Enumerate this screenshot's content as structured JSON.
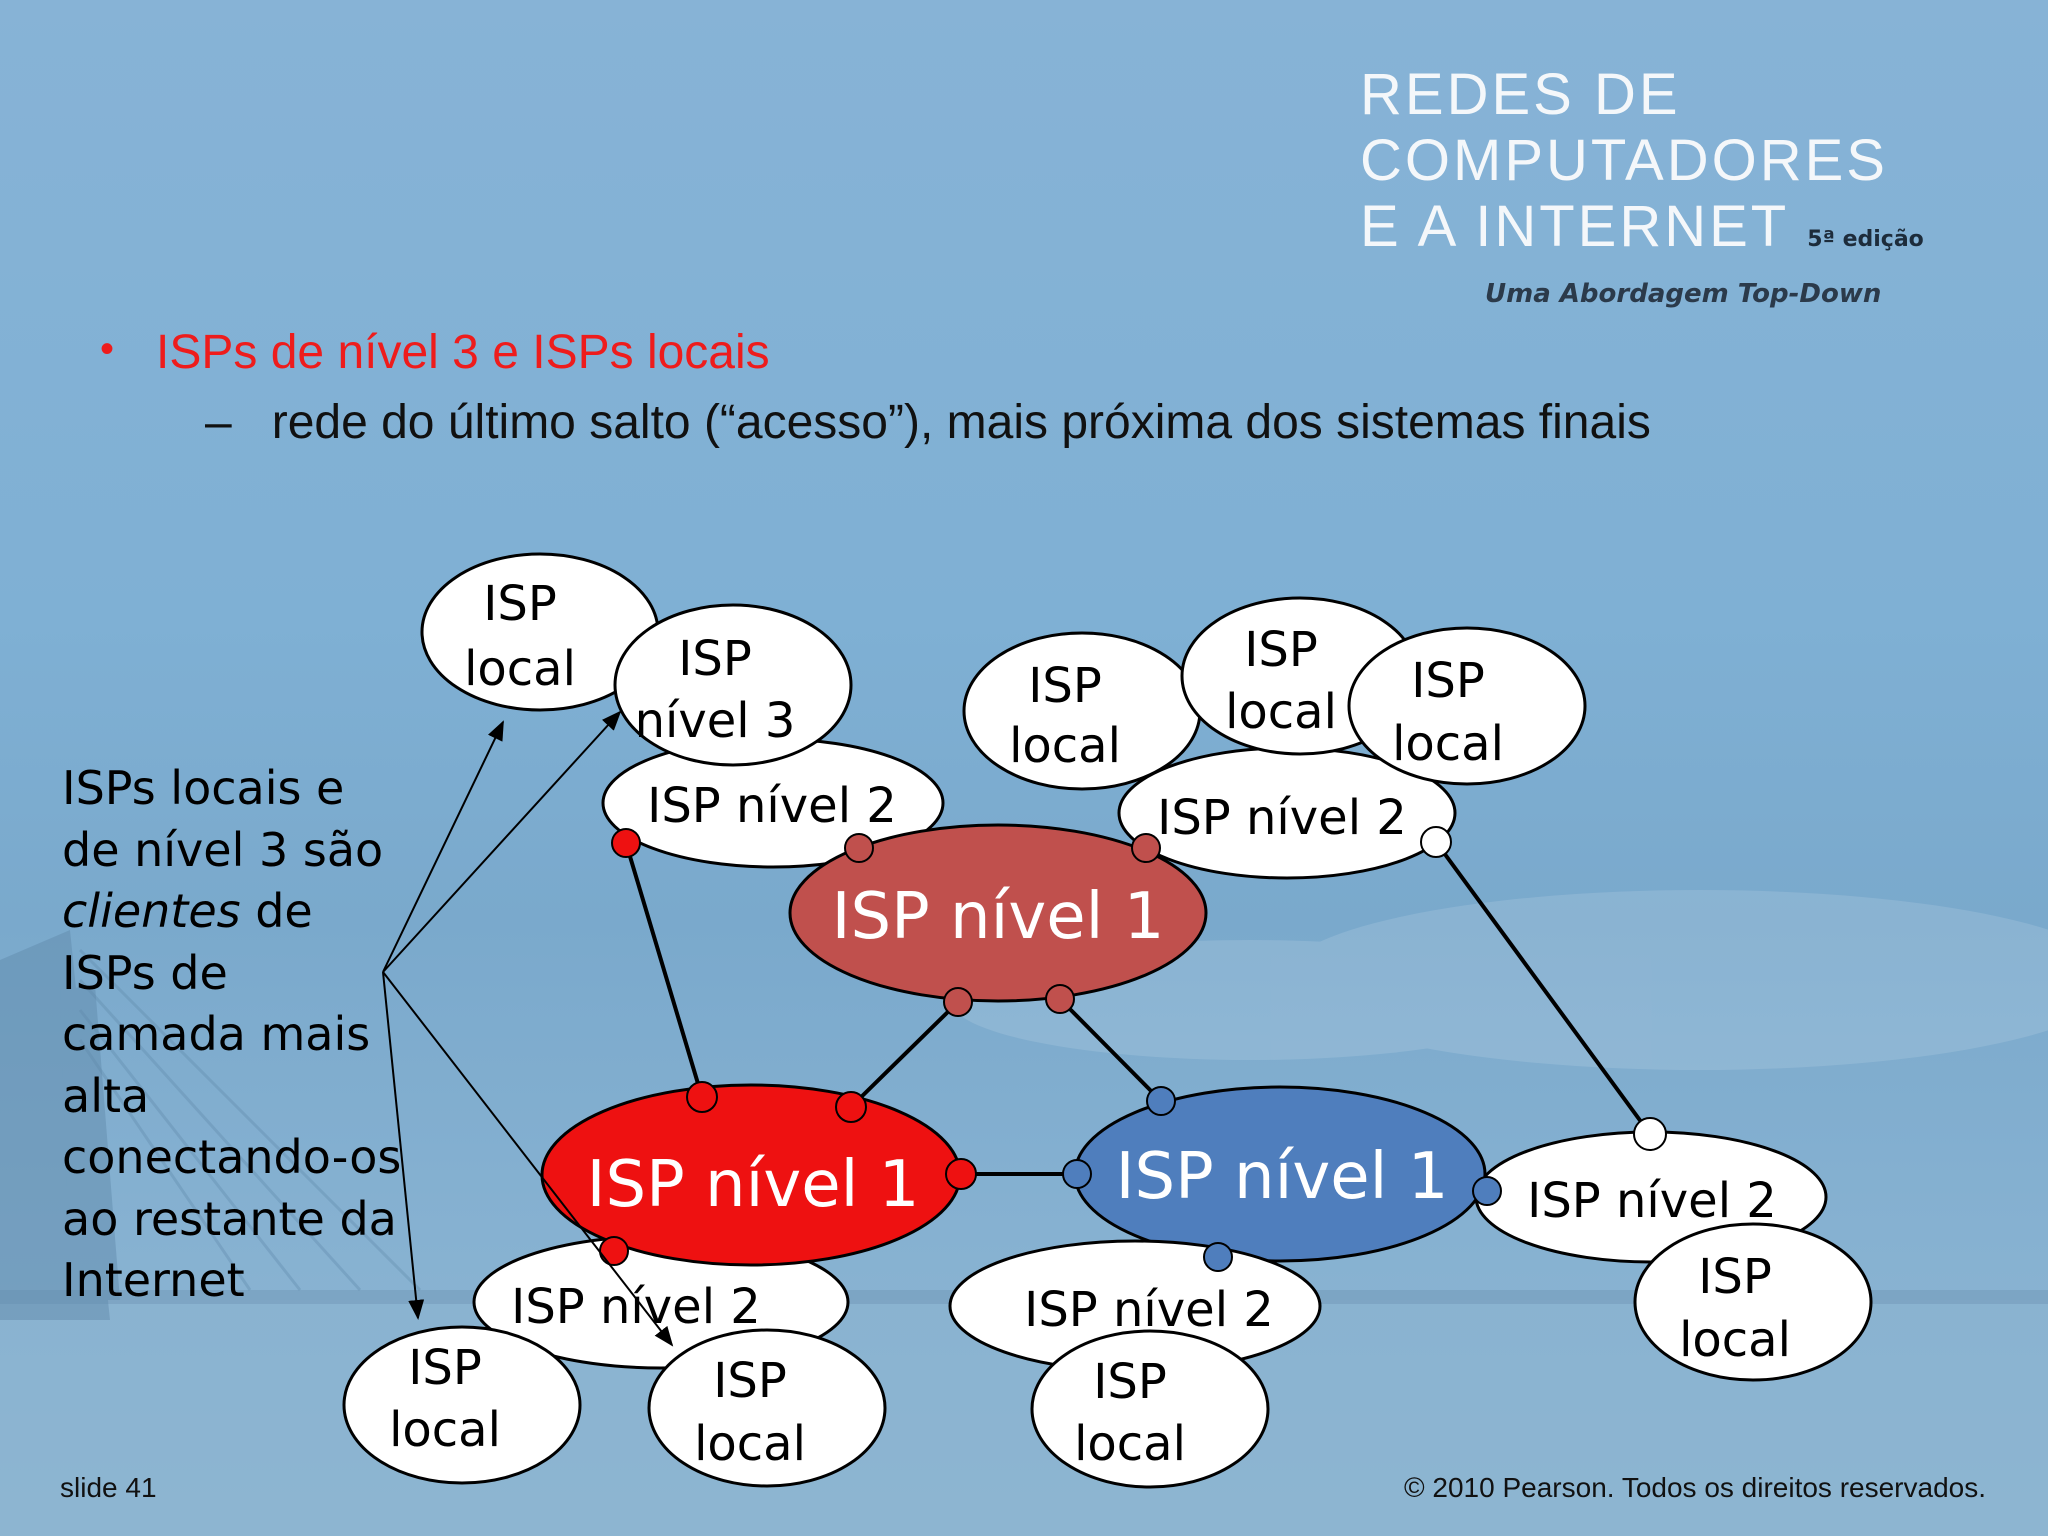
{
  "logo": {
    "line1": "REDES DE",
    "line2": "COMPUTADORES",
    "line3": "E A INTERNET",
    "edition": "5ª edição",
    "subtitle": "Uma Abordagem Top-Down"
  },
  "bullets": {
    "main": "ISPs de nível 3 e ISPs locais",
    "sub": "rede do último salto (“acesso”), mais próxima dos sistemas finais"
  },
  "note": {
    "lines": [
      "ISPs locais e",
      "de nível 3 são",
      "clientes",
      "de",
      "ISPs de",
      "camada mais",
      "alta",
      "conectando-os",
      "ao restante da",
      "Internet"
    ]
  },
  "nodes": {
    "isp_local_tl": {
      "l1": "ISP",
      "l2": "local"
    },
    "isp_nivel3": {
      "l1": "ISP",
      "l2": "nível 3"
    },
    "isp_nivel2_top_left": "ISP nível 2",
    "isp_local_top_a": {
      "l1": "ISP",
      "l2": "local"
    },
    "isp_local_top_b": {
      "l1": "ISP",
      "l2": "local"
    },
    "isp_local_top_c": {
      "l1": "ISP",
      "l2": "local"
    },
    "isp_nivel2_top_right": "ISP nível 2",
    "isp_nivel1_top": "ISP nível 1",
    "isp_nivel1_left": "ISP nível 1",
    "isp_nivel1_right": "ISP nível 1",
    "isp_nivel2_right": "ISP nível 2",
    "isp_local_right": {
      "l1": "ISP",
      "l2": "local"
    },
    "isp_nivel2_bottom_left": "ISP nível 2",
    "isp_local_bl_a": {
      "l1": "ISP",
      "l2": "local"
    },
    "isp_local_bl_b": {
      "l1": "ISP",
      "l2": "local"
    },
    "isp_nivel2_bottom_mid": "ISP nível 2",
    "isp_local_bm": {
      "l1": "ISP",
      "l2": "local"
    }
  },
  "colors": {
    "tier1_top": "#c0504d",
    "tier1_left": "#ee1111",
    "tier1_right": "#4f7ebd",
    "router_top": "#c0504d",
    "router_left": "#ee1111",
    "router_right": "#4f7ebd",
    "router_white": "#ffffff"
  },
  "footer": {
    "slide": "slide 41",
    "copyright": "© 2010 Pearson. Todos os direitos reservados."
  }
}
